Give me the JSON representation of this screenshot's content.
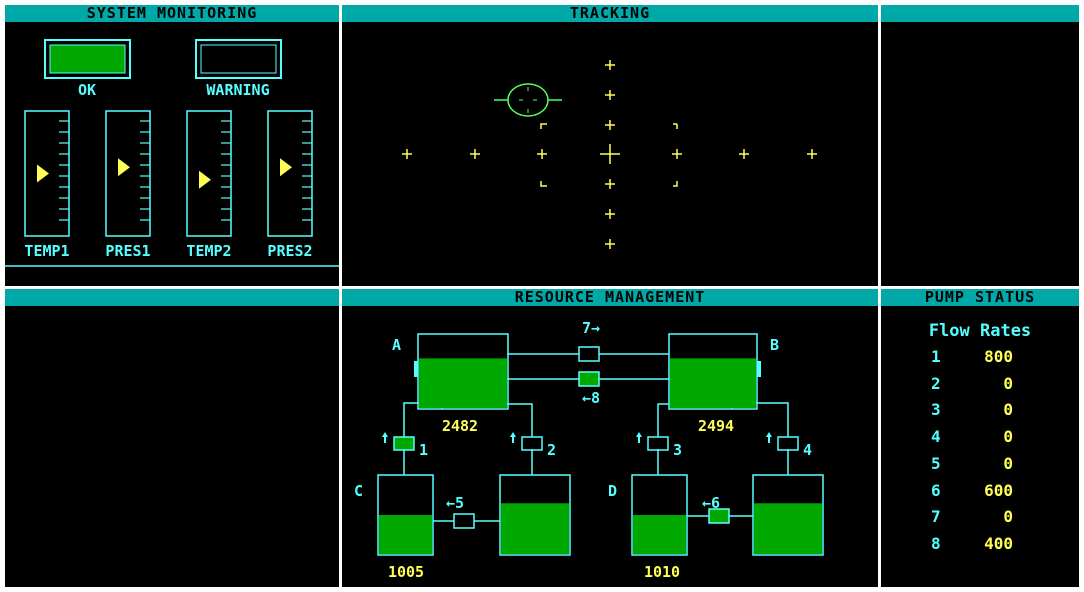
{
  "panels": {
    "system_monitoring": "SYSTEM MONITORING",
    "tracking": "TRACKING",
    "resource_management": "RESOURCE MANAGEMENT",
    "pump_status": "PUMP STATUS"
  },
  "system": {
    "lights": [
      {
        "label": "OK",
        "state": "on"
      },
      {
        "label": "WARNING",
        "state": "off"
      }
    ],
    "scales": [
      {
        "label": "TEMP1",
        "pointer_level": 0.5
      },
      {
        "label": "PRES1",
        "pointer_level": 0.55
      },
      {
        "label": "TEMP2",
        "pointer_level": 0.45
      },
      {
        "label": "PRES2",
        "pointer_level": 0.55
      }
    ]
  },
  "resource": {
    "tanks": {
      "A": {
        "label": "A",
        "value": "2482",
        "level": 0.68
      },
      "B": {
        "label": "B",
        "value": "2494",
        "level": 0.68
      },
      "C": {
        "label": "C",
        "value": "1005",
        "level": 0.5
      },
      "D": {
        "label": "D",
        "value": "1010",
        "level": 0.5
      },
      "E": {
        "level": 0.65
      },
      "F": {
        "level": 0.65
      }
    },
    "pump_labels": {
      "p1": "1",
      "p2": "2",
      "p3": "3",
      "p4": "4",
      "p5": "←5",
      "p6": "←6",
      "p7": "7→",
      "p8": "←8"
    }
  },
  "pump_status": {
    "title": "Flow Rates",
    "rows": [
      {
        "num": "1",
        "val": "800"
      },
      {
        "num": "2",
        "val": "0"
      },
      {
        "num": "3",
        "val": "0"
      },
      {
        "num": "4",
        "val": "0"
      },
      {
        "num": "5",
        "val": "0"
      },
      {
        "num": "6",
        "val": "600"
      },
      {
        "num": "7",
        "val": "0"
      },
      {
        "num": "8",
        "val": "400"
      }
    ]
  },
  "colors": {
    "cyan": "#55ffff",
    "yellow": "#ffff55",
    "green": "#00a800",
    "header": "#00a8a8",
    "tracker": "#55ff55"
  }
}
